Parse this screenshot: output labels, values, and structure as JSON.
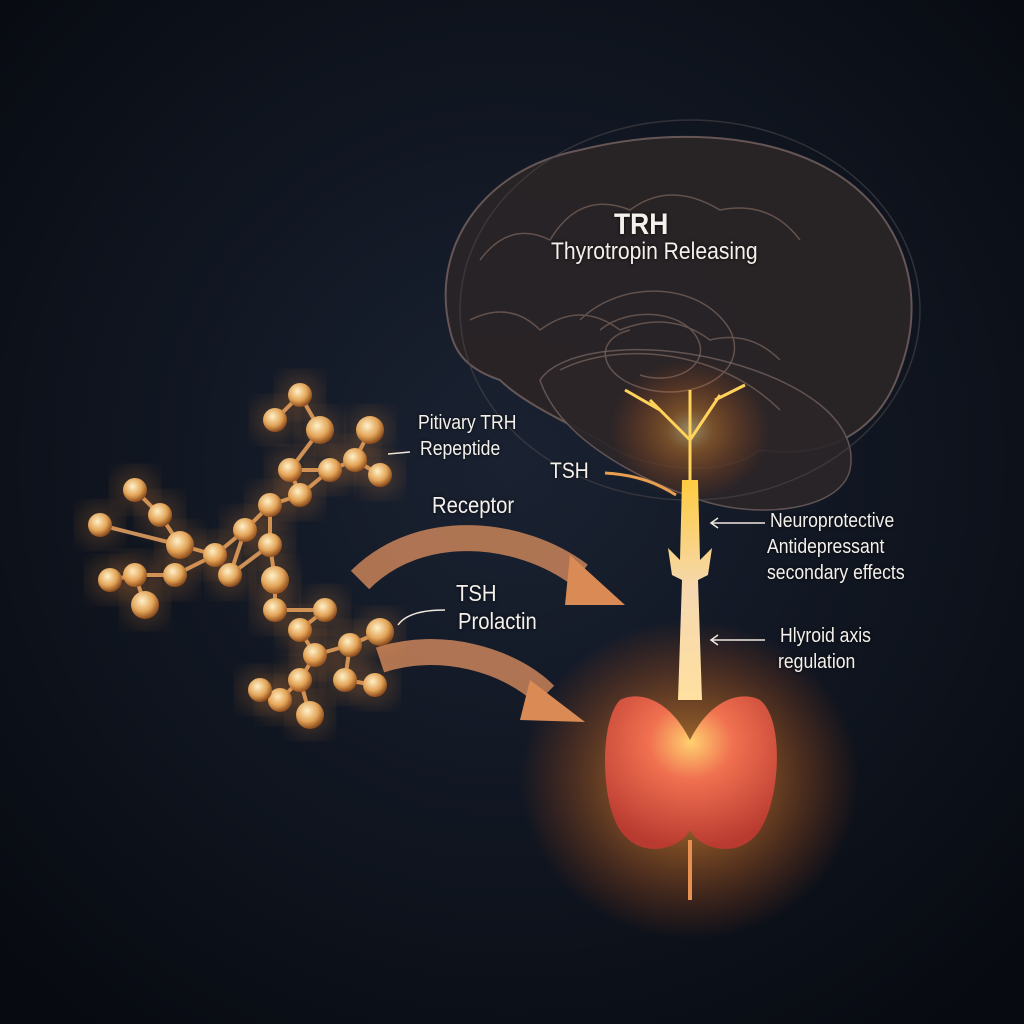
{
  "title": {
    "abbr": "TRH",
    "full": "Thyrotropin Releasing"
  },
  "labels": {
    "pituitary_line1": "Pitivary TRH",
    "pituitary_line2": "Repeptide",
    "tsh_top": "TSH",
    "receptor": "Receptor",
    "tsh_mid": "TSH",
    "prolactin": "Prolactin",
    "effects_line1": "Neuroprotective",
    "effects_line2": "Antidepressant",
    "effects_line3": "secondary effects",
    "axis_line1": "Hlyroid axis",
    "axis_line2": "regulation"
  },
  "colors": {
    "background": "#0c121c",
    "glow": "#ffb347",
    "arrow": "#d98a55",
    "thyroid": "#e0604a",
    "molecule": "#e8b066"
  }
}
